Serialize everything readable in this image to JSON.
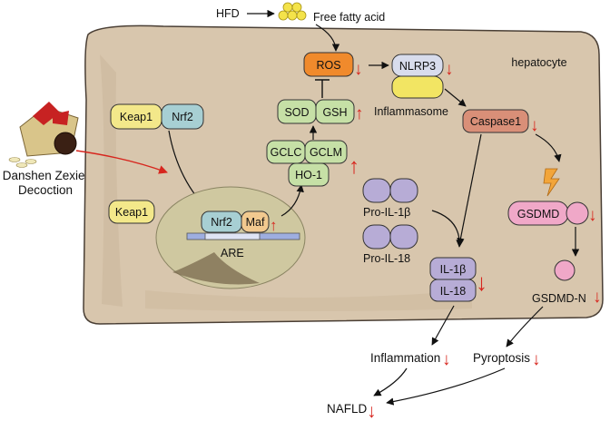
{
  "labels": {
    "hfd": "HFD",
    "ffa": "Free fatty acid",
    "hepatocyte": "hepatocyte",
    "herb": "Danshen Zexie\nDecoction",
    "keap1_top": "Keap1",
    "nrf2_top": "Nrf2",
    "keap1_low": "Keap1",
    "nrf2_nuc": "Nrf2",
    "maf": "Maf",
    "are": "ARE",
    "ros": "ROS",
    "sod": "SOD",
    "gsh": "GSH",
    "gclc": "GCLC",
    "gclm": "GCLM",
    "ho1": "HO-1",
    "nlrp3": "NLRP3",
    "inflammasome": "Inflammasome",
    "caspase1": "Caspase1",
    "pro_il1b": "Pro-IL-1β",
    "pro_il18": "Pro-IL-18",
    "il1b": "IL-1β",
    "il18": "IL-18",
    "gsdmd": "GSDMD",
    "gsdmdn": "GSDMD-N",
    "inflammation": "Inflammation",
    "pyroptosis": "Pyroptosis",
    "nafld": "NAFLD"
  },
  "colors": {
    "cell_fill": "#d8c6ad",
    "cell_border": "#4a3f35",
    "nucleus": "#cfc8a0",
    "keap1": "#f3e88a",
    "nrf2": "#a7cfd3",
    "maf": "#f1c98f",
    "ros": "#f08a2c",
    "green_box": "#c6e0a6",
    "nlrp3": "#d8dcec",
    "caspase": "#d98f78",
    "purple": "#b7acd6",
    "gsdmd": "#f0a8c8",
    "arrow_red": "#d7261e"
  },
  "arrows": {
    "up_symbol": "↑",
    "down_symbol": "↓"
  }
}
